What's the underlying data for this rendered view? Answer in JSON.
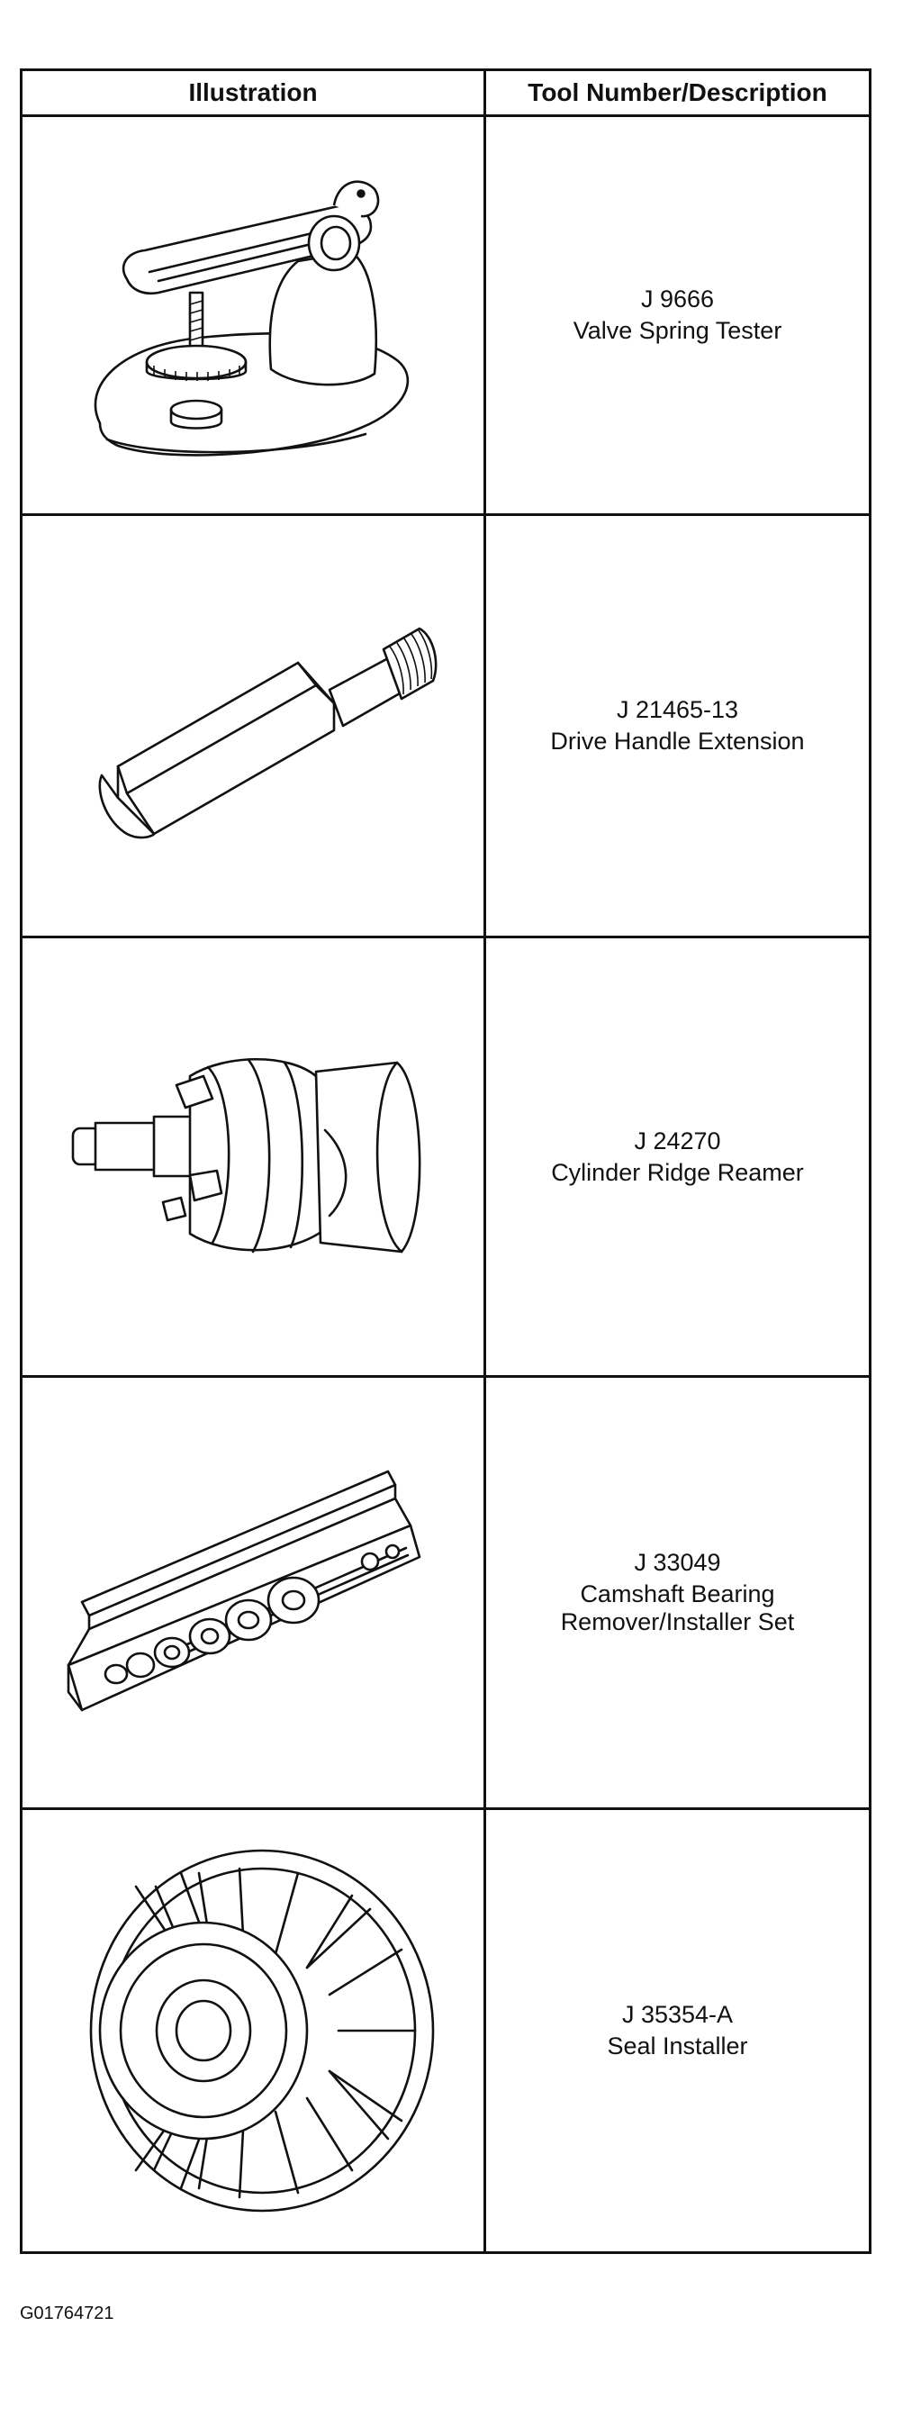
{
  "table": {
    "headers": {
      "illustration": "Illustration",
      "description": "Tool Number/Description"
    },
    "rows": [
      {
        "number": "J 9666",
        "description": "Valve Spring Tester",
        "icon": "valve-spring-tester-icon"
      },
      {
        "number": "J 21465-13",
        "description": "Drive Handle Extension",
        "icon": "drive-handle-extension-icon"
      },
      {
        "number": "J 24270",
        "description": "Cylinder Ridge Reamer",
        "icon": "cylinder-ridge-reamer-icon"
      },
      {
        "number": "J 33049",
        "description_lines": [
          "Camshaft Bearing",
          "Remover/Installer Set"
        ],
        "icon": "camshaft-bearing-set-icon"
      },
      {
        "number": "J 35354-A",
        "description": "Seal Installer",
        "icon": "seal-installer-icon"
      }
    ]
  },
  "figure_code": "G01764721"
}
